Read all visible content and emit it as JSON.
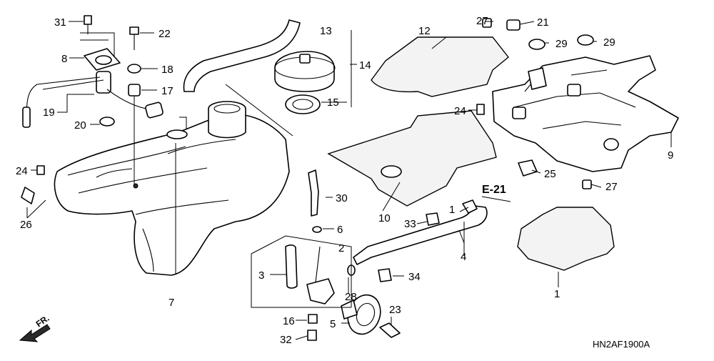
{
  "callouts": {
    "c1a": "1",
    "c1b": "1",
    "c2": "2",
    "c3": "3",
    "c4": "4",
    "c5": "5",
    "c6": "6",
    "c7": "7",
    "c8": "8",
    "c9": "9",
    "c10": "10",
    "c12": "12",
    "c13": "13",
    "c14": "14",
    "c15": "15",
    "c16": "16",
    "c17": "17",
    "c18": "18",
    "c19": "19",
    "c20": "20",
    "c21": "21",
    "c22": "22",
    "c23": "23",
    "c24a": "24",
    "c24b": "24",
    "c25": "25",
    "c26": "26",
    "c27a": "27",
    "c27b": "27",
    "c28": "28",
    "c29a": "29",
    "c29b": "29",
    "c30": "30",
    "c31": "31",
    "c32": "32",
    "c33": "33",
    "c34": "34"
  },
  "reference": "E-21",
  "front_marker": "FR.",
  "diagram_code": "HN2AF1900A"
}
